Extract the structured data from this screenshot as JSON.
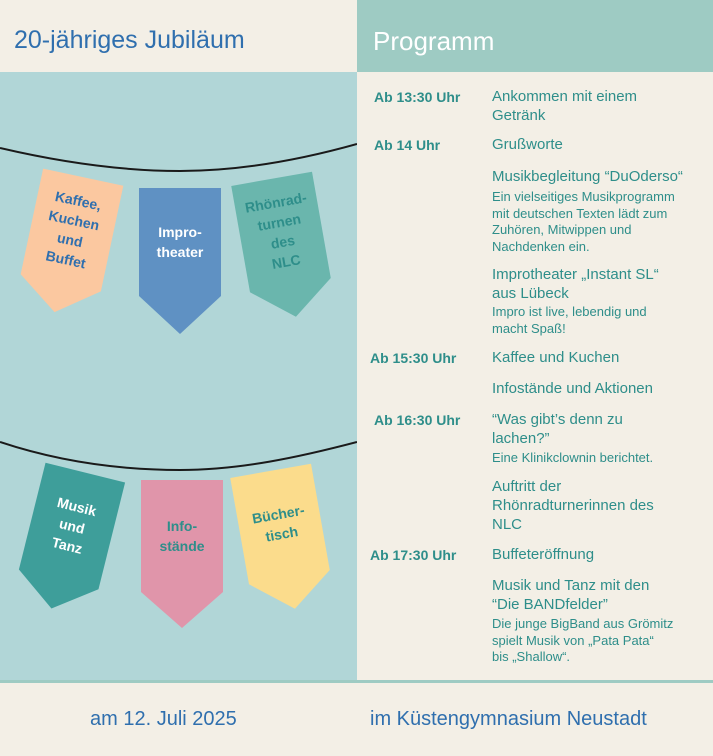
{
  "header": {
    "title": "20-jähriges Jubiläum",
    "program_title": "Programm"
  },
  "banners": [
    {
      "label": "Kaffee,\nKuchen\nund\nBuffet",
      "color": "#fbc8a0"
    },
    {
      "label": "Impro-\ntheater",
      "color": "#5f91c3"
    },
    {
      "label": "Rhönrad-\nturnen\ndes\nNLC",
      "color": "#6ab6ad"
    },
    {
      "label": "Musik\nund\nTanz",
      "color": "#3e9e9a"
    },
    {
      "label": "Info-\nstände",
      "color": "#e095aa"
    },
    {
      "label": "Bücher-\ntisch",
      "color": "#fbdc8c"
    }
  ],
  "banner_text_colors": {
    "dark": "#2f6fae",
    "light": "#ffffff",
    "teal": "#2e8e8a"
  },
  "program": {
    "times": [
      "Ab 13:30 Uhr",
      "Ab 14 Uhr",
      "Ab 15:30 Uhr",
      "Ab 16:30 Uhr",
      "Ab 17:30 Uhr"
    ],
    "titles": [
      "Ankommen mit einem\nGetränk",
      "Grußworte",
      "Musikbegleitung “DuOderso“",
      "Improtheater „Instant SL“\naus Lübeck",
      "Kaffee und Kuchen",
      "Infostände und Aktionen",
      "“Was gibt’s denn zu\nlachen?”",
      "Auftritt der\nRhönradturnerinnen des\nNLC",
      "Buffeteröffnung",
      "Musik und Tanz mit den\n“Die BANDfelder”"
    ],
    "descriptions": [
      "Ein vielseitiges Musikprogramm\nmit deutschen Texten lädt zum\nZuhören, Mitwippen und\nNachdenken ein.",
      "Impro ist live, lebendig und\nmacht Spaß!",
      "Eine Klinikclownin berichtet.",
      "Die junge BigBand aus Grömitz\nspielt Musik von „Pata Pata“\nbis „Shallow“."
    ]
  },
  "footer": {
    "date": "am 12. Juli 2025",
    "place": "im Küstengymnasium Neustadt"
  },
  "colors": {
    "accent_blue": "#2f6fae",
    "teal_text": "#2e8e8a",
    "mint_header": "#9ecbc3",
    "panel_bg": "#b1d6d7",
    "cream_bg": "#f3efe6"
  }
}
